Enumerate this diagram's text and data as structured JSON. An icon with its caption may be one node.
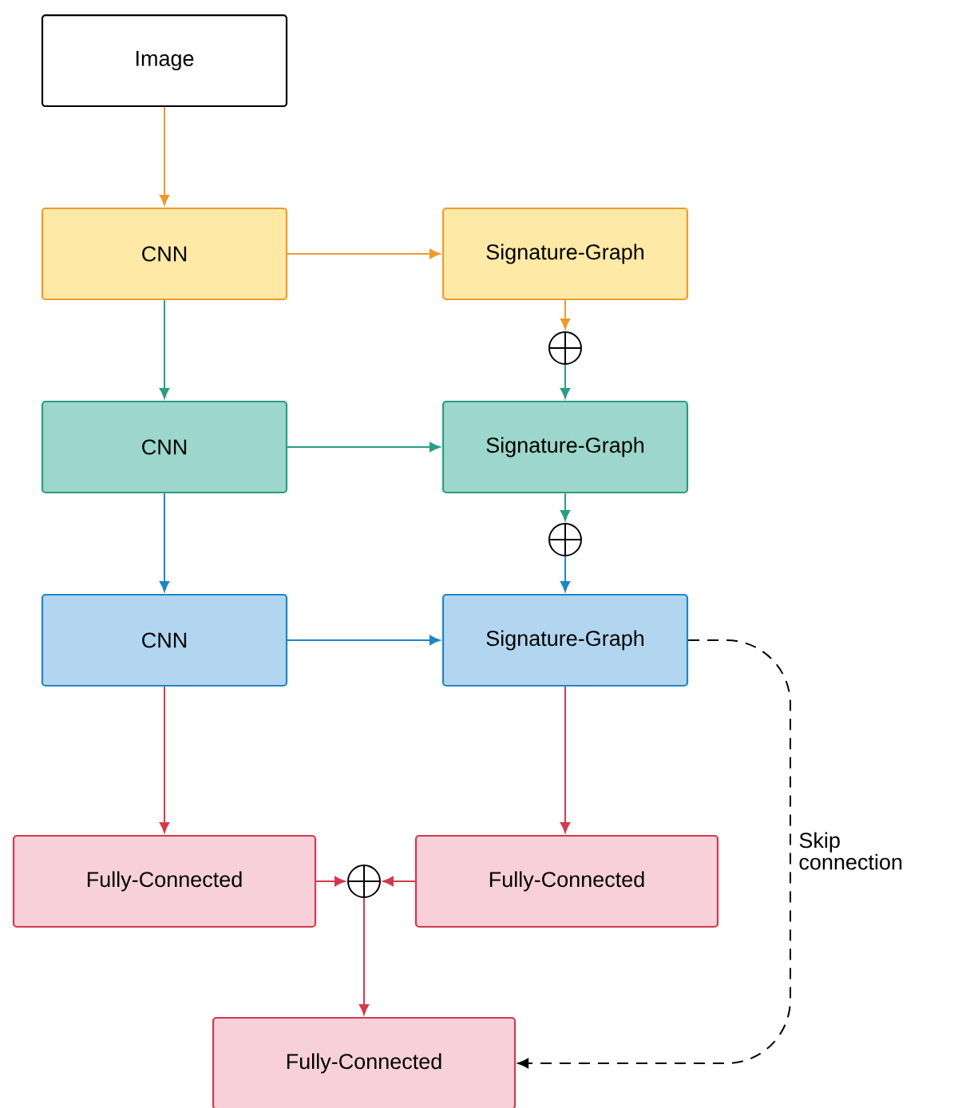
{
  "diagram": {
    "nodes": [
      {
        "text": [
          "Image"
        ]
      },
      {
        "text": [
          "CNN"
        ]
      },
      {
        "text": [
          "Signature-Graph"
        ]
      },
      {
        "text": [],
        "shape": "circle"
      },
      {
        "text": [
          "CNN"
        ]
      },
      {
        "text": [
          "Signature-Graph"
        ]
      },
      {
        "text": [],
        "shape": "circle"
      },
      {
        "text": [
          "CNN"
        ]
      },
      {
        "text": [
          "Signature-Graph"
        ]
      },
      {
        "text": [
          "Fully-Connected"
        ]
      },
      {
        "text": [
          "Fully-Connected"
        ]
      },
      {
        "text": [],
        "shape": "circle"
      },
      {
        "text": [
          "Fully-Connected"
        ]
      }
    ],
    "edges": [
      {
        "from": 0,
        "to": 1,
        "arrow": "to",
        "color": "#ee9a2e"
      },
      {
        "from": 1,
        "to": 2,
        "arrow": "to",
        "color": "#ee9a2e"
      },
      {
        "from": 2,
        "to": 3,
        "arrow": "to",
        "color": "#ee9a2e"
      },
      {
        "from": 1,
        "to": 4,
        "arrow": "to",
        "color": "#2a9d85"
      },
      {
        "from": 3,
        "to": 5,
        "arrow": "to",
        "color": "#2a9d85"
      },
      {
        "from": 4,
        "to": 5,
        "arrow": "to",
        "color": "#2a9d85"
      },
      {
        "from": 5,
        "to": 6,
        "arrow": "to",
        "color": "#2a9d85"
      },
      {
        "from": 4,
        "to": 7,
        "arrow": "to",
        "color": "#1e86c6"
      },
      {
        "from": 6,
        "to": 8,
        "arrow": "to",
        "color": "#1e86c6"
      },
      {
        "from": 7,
        "to": 8,
        "arrow": "to",
        "color": "#1e86c6"
      },
      {
        "from": 7,
        "to": 9,
        "arrow": "to",
        "color": "#d33a4b"
      },
      {
        "from": 8,
        "to": 10,
        "arrow": "to",
        "color": "#d33a4b"
      },
      {
        "from": 9,
        "to": 11,
        "arrow": "to",
        "color": "#d33a4b"
      },
      {
        "from": 10,
        "to": 11,
        "arrow": "to",
        "color": "#d33a4b"
      },
      {
        "from": 11,
        "to": 12,
        "arrow": "to",
        "color": "#d33a4b"
      },
      {
        "from": 8,
        "to": 12,
        "arrow": "to",
        "style": "dashed",
        "color": "#000000",
        "label": "Skip connection"
      }
    ]
  }
}
